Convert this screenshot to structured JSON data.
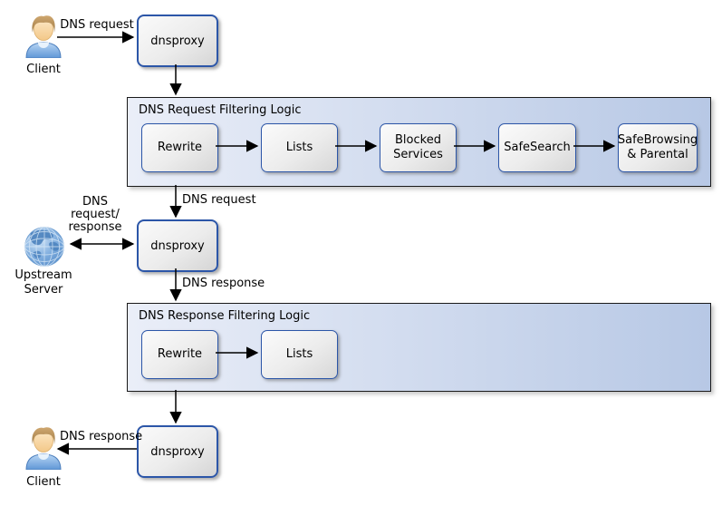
{
  "nodes": {
    "client_top": {
      "label": "Client"
    },
    "dnsproxy_top": {
      "label": "dnsproxy"
    },
    "dnsproxy_middle": {
      "label": "dnsproxy"
    },
    "dnsproxy_bottom": {
      "label": "dnsproxy"
    },
    "upstream_server": {
      "label": "Upstream Server"
    },
    "client_bottom": {
      "label": "Client"
    }
  },
  "containers": {
    "request": {
      "title": "DNS Request Filtering Logic",
      "boxes": [
        "Rewrite",
        "Lists",
        "Blocked Services",
        "SafeSearch",
        "SafeBrowsing & Parental"
      ]
    },
    "response": {
      "title": "DNS Response Filtering Logic",
      "boxes": [
        "Rewrite",
        "Lists"
      ]
    }
  },
  "edge_labels": {
    "client_request": "DNS request",
    "filtered_request": "DNS request",
    "upstream_exchange": [
      "DNS",
      "request/",
      "response"
    ],
    "dns_response": "DNS response",
    "client_response": "DNS response"
  },
  "colors": {
    "box_border": "#2c56a8",
    "container_border": "#1a1a1a",
    "container_bg_left": "#eaeef8",
    "container_bg_right": "#b7c8e5",
    "box_bg_light": "#fbfbfb",
    "box_bg_dark": "#d7d7d7",
    "arrow": "#000000"
  }
}
